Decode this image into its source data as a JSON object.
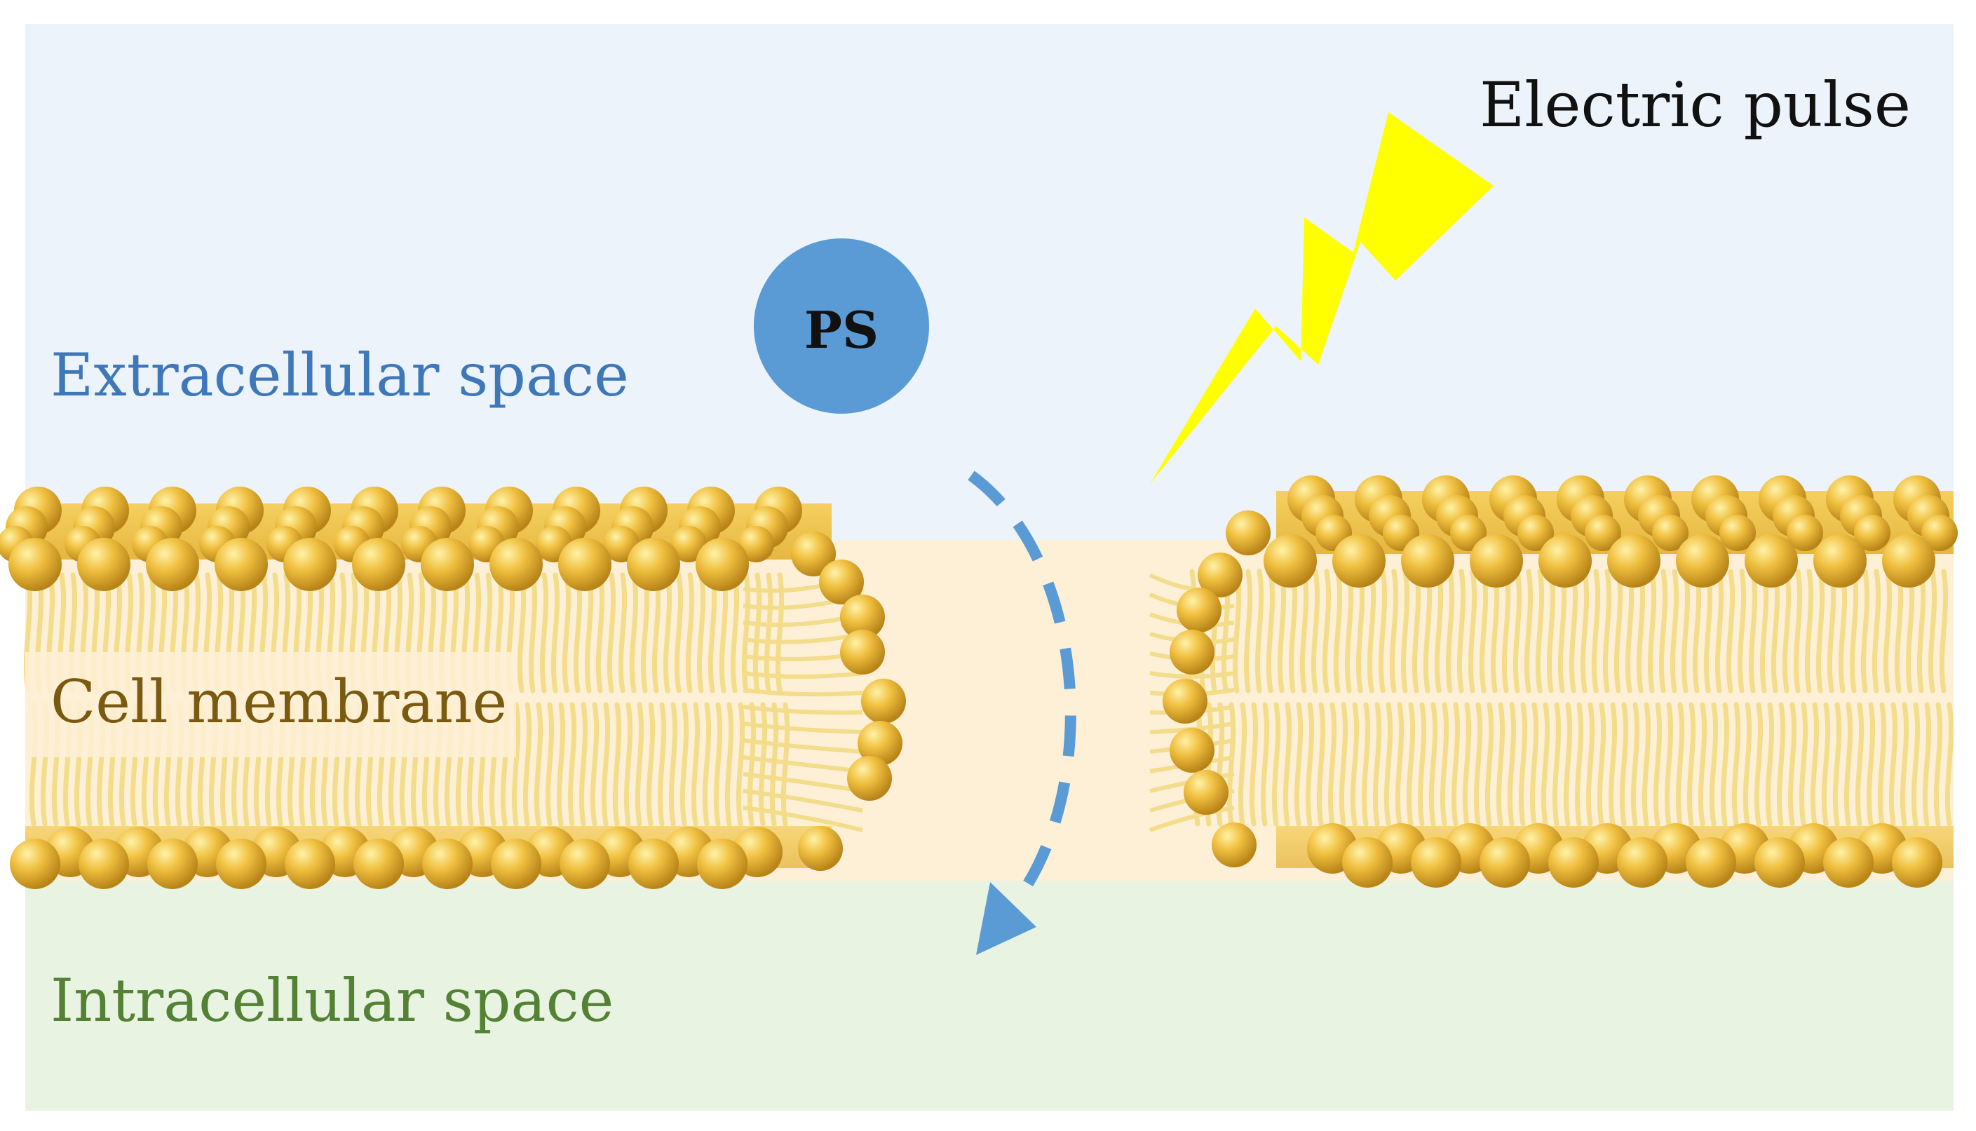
{
  "labels": {
    "extracellular": "Extracellular space",
    "cell_membrane": "Cell membrane",
    "intracellular": "Intracellular space",
    "electric_pulse": "Electric pulse",
    "ps": "PS"
  },
  "colors": {
    "extracellular_bg": "#edf3fa",
    "membrane_bg": "#fdf0d6",
    "intracellular_bg": "#e9f3e2",
    "lipid_head": "#f0c040",
    "lipid_tail": "#f3dc8a",
    "ps_circle": "#5b9bd5",
    "arrow": "#5b9bd5",
    "bolt": "#ffff00",
    "extracellular_text": "#3e78b8",
    "membrane_text": "#7a5a10",
    "intracellular_text": "#548235",
    "pulse_text": "#111111",
    "ps_text": "#111111"
  },
  "icons": {
    "bolt": "lightning-bolt-icon",
    "arrow": "dashed-curved-arrow-icon",
    "ps": "ps-molecule-circle"
  }
}
